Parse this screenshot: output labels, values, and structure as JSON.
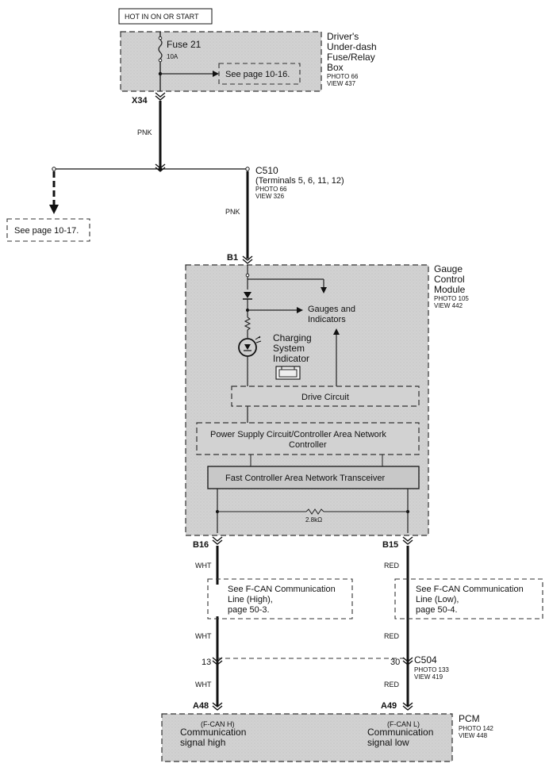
{
  "header": {
    "power_label": "HOT IN ON OR START"
  },
  "fuse_box": {
    "name_lines": [
      "Driver's",
      "Under-dash",
      "Fuse/Relay",
      "Box"
    ],
    "photo": "PHOTO 66",
    "view": "VIEW 437",
    "fuse_label": "Fuse 21",
    "fuse_rating": "10A",
    "ref": "See page 10-16.",
    "connector": "X34"
  },
  "wires": {
    "pnk": "PNK",
    "wht": "WHT",
    "red": "RED"
  },
  "c510": {
    "name": "C510",
    "terminals": "(Terminals 5, 6, 11, 12)",
    "photo": "PHOTO 66",
    "view": "VIEW 326"
  },
  "left_ref": "See page 10-17.",
  "gauge_module": {
    "name_lines": [
      "Gauge",
      "Control",
      "Module"
    ],
    "photo": "PHOTO 105",
    "view": "VIEW 442",
    "pin_in": "B1",
    "gauges_lines": [
      "Gauges and",
      "Indicators"
    ],
    "indicator_lines": [
      "Charging",
      "System",
      "Indicator"
    ],
    "drive_circuit": "Drive Circuit",
    "power_supply_lines": [
      "Power Supply Circuit/Controller Area Network",
      "Controller"
    ],
    "transceiver": "Fast Controller Area Network Transceiver",
    "resistor": "2.8kΩ",
    "pin_left": "B16",
    "pin_right": "B15"
  },
  "can_high_ref": [
    "See F-CAN Communication",
    "Line (High),",
    "page 50-3."
  ],
  "can_low_ref": [
    "See F-CAN Communication",
    "Line (Low),",
    "page 50-4."
  ],
  "c504": {
    "name": "C504",
    "photo": "PHOTO 133",
    "view": "VIEW 419",
    "pin_left": "13",
    "pin_right": "30"
  },
  "pcm": {
    "name": "PCM",
    "photo": "PHOTO 142",
    "view": "VIEW 448",
    "pin_left": "A48",
    "pin_right": "A49",
    "left_code": "(F-CAN H)",
    "left_lines": [
      "Communication",
      "signal high"
    ],
    "right_code": "(F-CAN L)",
    "right_lines": [
      "Communication",
      "signal low"
    ]
  }
}
